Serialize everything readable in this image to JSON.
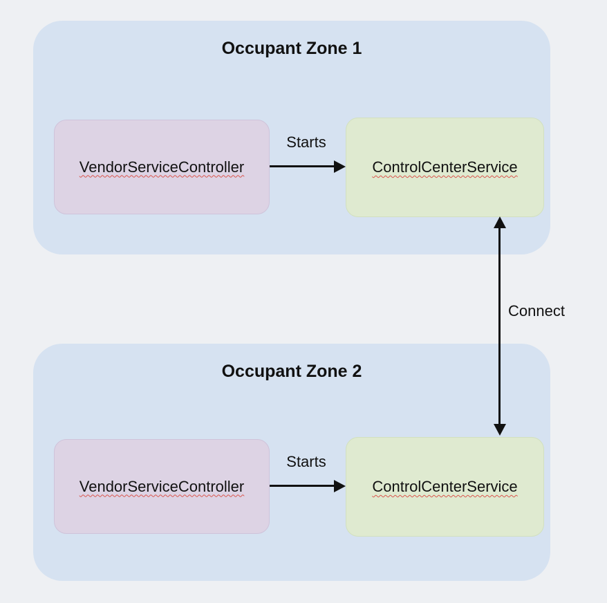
{
  "zones": [
    {
      "title": "Occupant Zone 1",
      "vendor_label": "VendorServiceController",
      "control_label": "ControlCenterService",
      "starts_label": "Starts"
    },
    {
      "title": "Occupant Zone 2",
      "vendor_label": "VendorServiceController",
      "control_label": "ControlCenterService",
      "starts_label": "Starts"
    }
  ],
  "connector": {
    "label": "Connect"
  },
  "colors": {
    "page_bg": "#eef0f3",
    "zone_bg": "#d6e2f1",
    "vendor_node_bg": "#ddd3e4",
    "control_node_bg": "#dfead0",
    "arrow": "#111111",
    "spellcheck_underline": "#d9544c",
    "text": "#111111"
  }
}
